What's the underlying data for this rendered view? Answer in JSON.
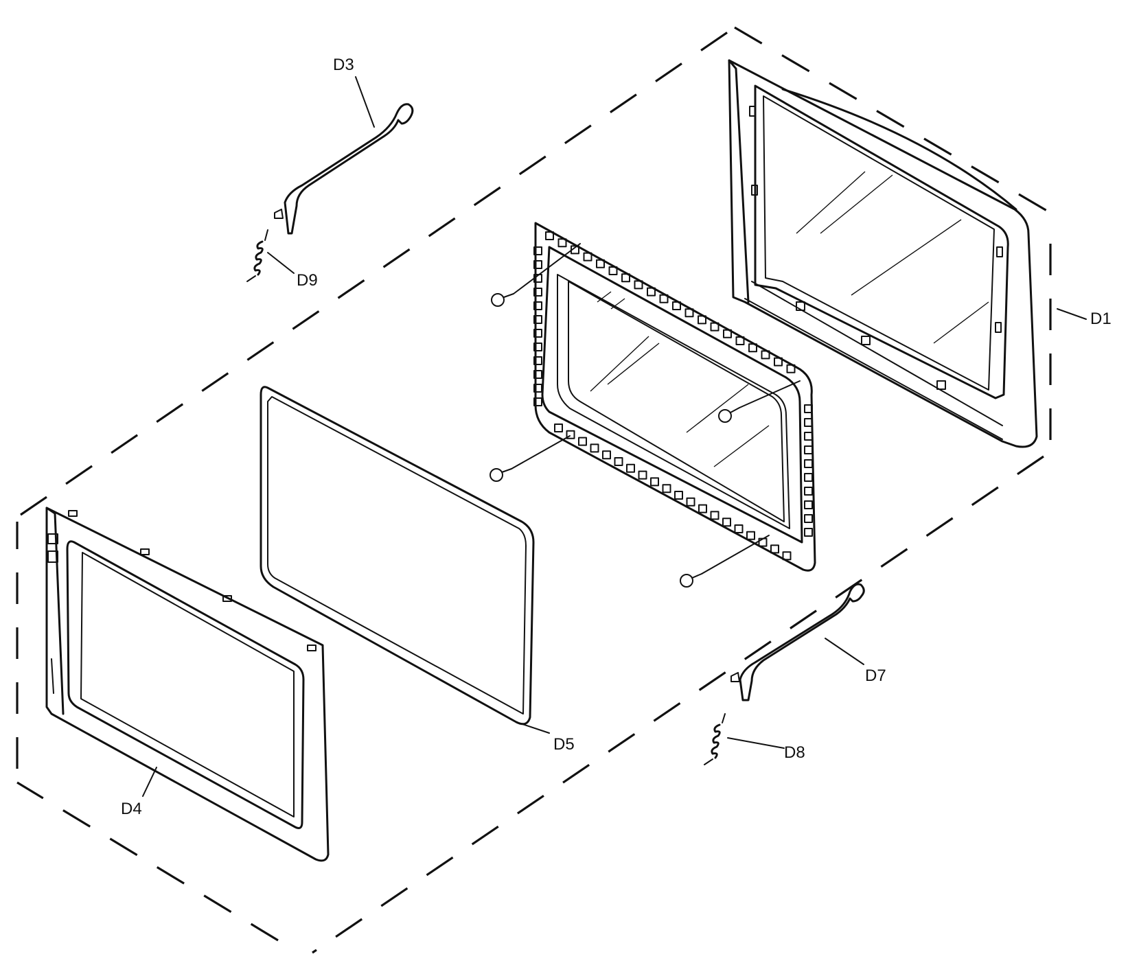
{
  "labels": {
    "d1": "D1",
    "d3": "D3",
    "d4": "D4",
    "d5": "D5",
    "d7": "D7",
    "d8": "D8",
    "d9": "D9"
  }
}
